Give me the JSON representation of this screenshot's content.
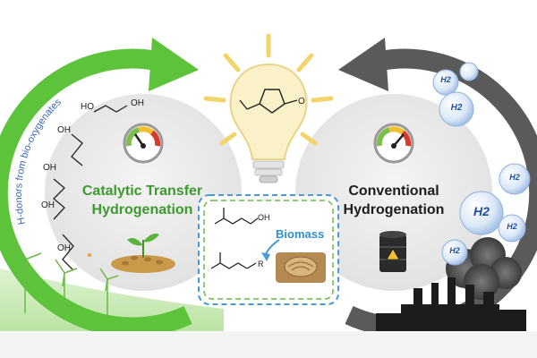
{
  "left_cycle": {
    "title_line1": "Catalytic Transfer",
    "title_line2": "Hydrogenation",
    "arc_label": "H-donors from bio-oxygenates",
    "molecule_labels": [
      "HO",
      "OH",
      "OH",
      "OH",
      "OH",
      "OH"
    ]
  },
  "right_cycle": {
    "title_line1": "Conventional",
    "title_line2": "Hydrogenation"
  },
  "center_box": {
    "biomass_label": "Biomass",
    "acid_label": "OH",
    "ester_label": "R"
  },
  "bulb": {
    "product_label": "O"
  },
  "hydrogen_bubbles": [
    "H2",
    "H2",
    "H2",
    "H2",
    "H2",
    "H2"
  ],
  "colors": {
    "green_arrow": "#5cc33b",
    "gray_arrow": "#5a5a5a",
    "circle_fill": "#eeeeee",
    "center_box_border": "#4a9ad8",
    "gauge_red": "#d63a2a",
    "gauge_green": "#7bbf4a"
  },
  "icons": [
    "lightbulb-icon",
    "gauge-icon",
    "oil-barrel-icon",
    "factory-icon",
    "wind-turbine-icon",
    "seedling-icon",
    "hydrogen-bubble-icon"
  ]
}
